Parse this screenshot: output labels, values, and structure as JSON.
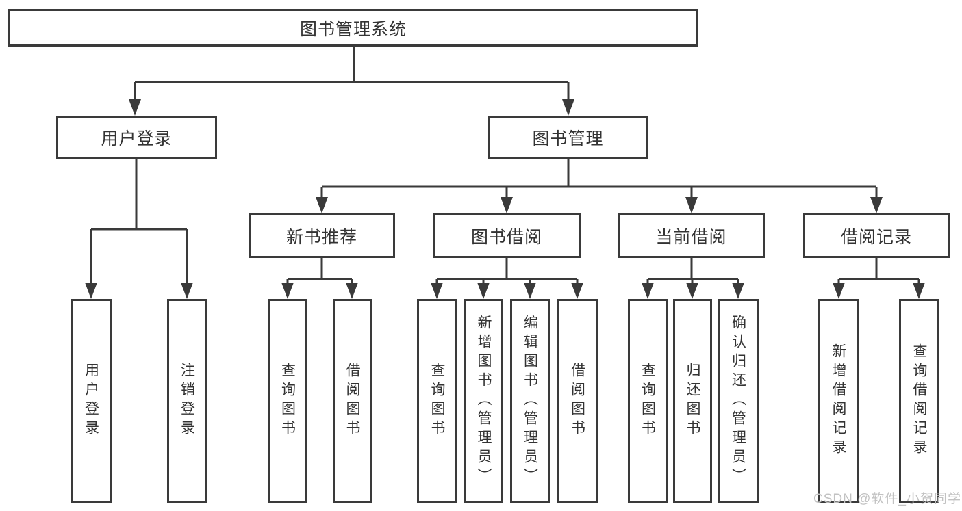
{
  "colors": {
    "line": "#3a3a3a",
    "text": "#333333",
    "background": "#ffffff",
    "watermark": "#c2c2c2"
  },
  "nodes": {
    "root": "图书管理系统",
    "user_login": "用户登录",
    "book_mgmt": "图书管理",
    "new_book": "新书推荐",
    "book_borrow": "图书借阅",
    "current_borrow": "当前借阅",
    "borrow_record": "借阅记录",
    "leaves": [
      "用户登录",
      "注销登录",
      "查询图书",
      "借阅图书",
      "查询图书",
      "新增图书（管理员）",
      "编辑图书（管理员）",
      "借阅图书",
      "查询图书",
      "归还图书",
      "确认归还（管理员）",
      "新增借阅记录",
      "查询借阅记录"
    ]
  },
  "watermark": "CSDN @软件_小贺同学"
}
